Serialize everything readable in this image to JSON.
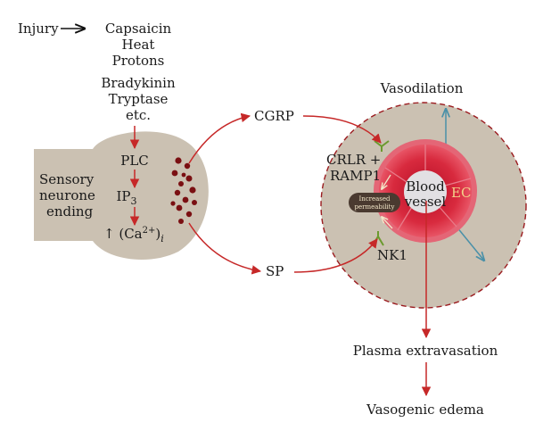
{
  "stimuli": {
    "injury": "Injury",
    "items": [
      "Capsaicin",
      "Heat",
      "Protons",
      "Bradykinin",
      "Tryptase",
      "etc."
    ]
  },
  "neurone": {
    "label_lines": [
      "Sensory",
      "neurone",
      "ending"
    ],
    "plc": "PLC",
    "ip3": "IP",
    "ip3_sub": "3",
    "ca_prefix": "↑ (Ca",
    "ca_sup": "2+",
    "ca_close": ")",
    "ca_sub": "i"
  },
  "mediators": {
    "cgrp": "CGRP",
    "sp": "SP"
  },
  "receptors": {
    "crlr_line1": "CRLR +",
    "crlr_line2": "RAMP1",
    "nk1": "NK1"
  },
  "vessel": {
    "label_line1": "Blood",
    "label_line2": "vessel",
    "ec": "EC",
    "permeability_line1": "Increased",
    "permeability_line2": "permeability"
  },
  "effects": {
    "vasodilation": "Vasodilation",
    "plasma": "Plasma extravasation",
    "edema": "Vasogenic edema"
  },
  "colors": {
    "arrow": "#c62828",
    "tissue": "#cbc1b2",
    "vessel_outer": "#d33a4a",
    "vessel_inner": "#c8102e",
    "granule": "#7a0f12",
    "dilation_arrow": "#4a90a8",
    "receptor": "#6b9a2e",
    "permeability_pill": "#4a3a30"
  }
}
